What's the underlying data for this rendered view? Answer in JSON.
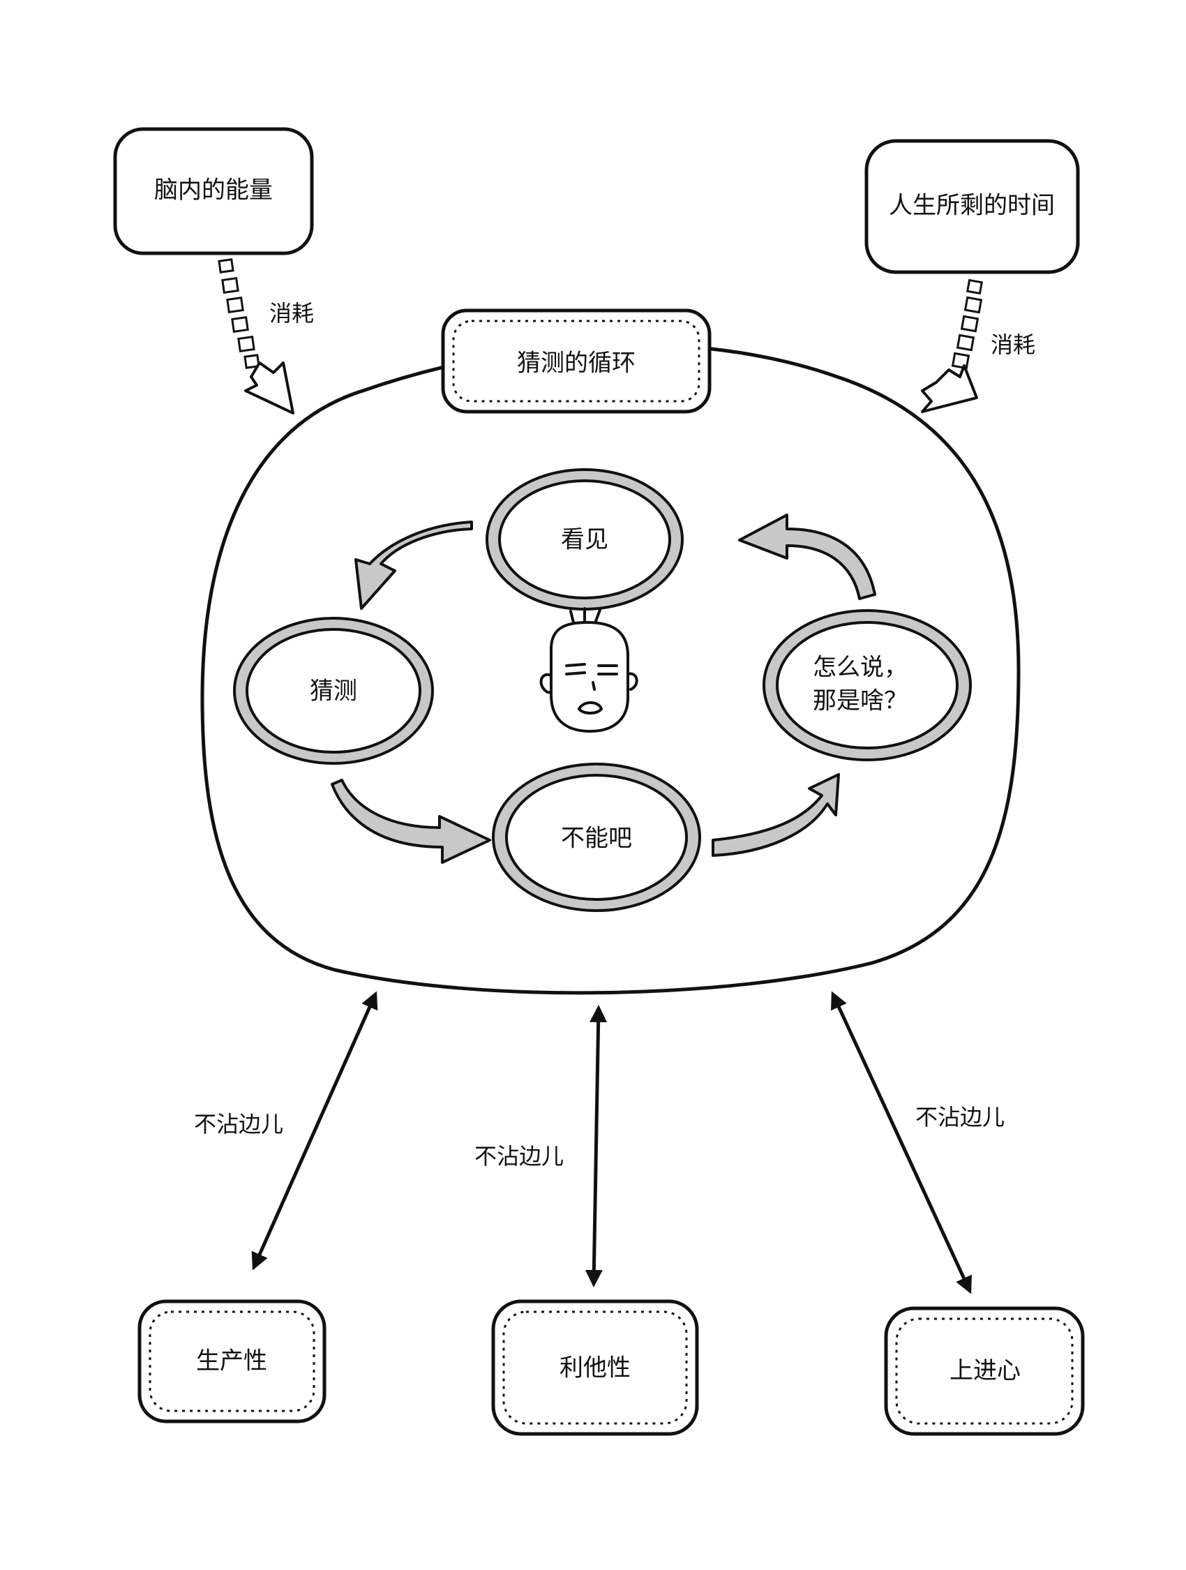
{
  "sources": {
    "left": {
      "label": "脑内的能量",
      "consume": "消耗"
    },
    "right": {
      "label": "人生所剩的时间",
      "consume": "消耗"
    }
  },
  "loop": {
    "title": "猜测的循环",
    "nodes": {
      "see": "看见",
      "guess": "猜测",
      "impossible": "不能吧",
      "say_line1": "怎么说，",
      "say_line2": "那是啥？"
    }
  },
  "links": {
    "left": "不沾边儿",
    "middle": "不沾边儿",
    "right": "不沾边儿"
  },
  "outcomes": {
    "left": "生产性",
    "middle": "利他性",
    "right": "上进心"
  }
}
